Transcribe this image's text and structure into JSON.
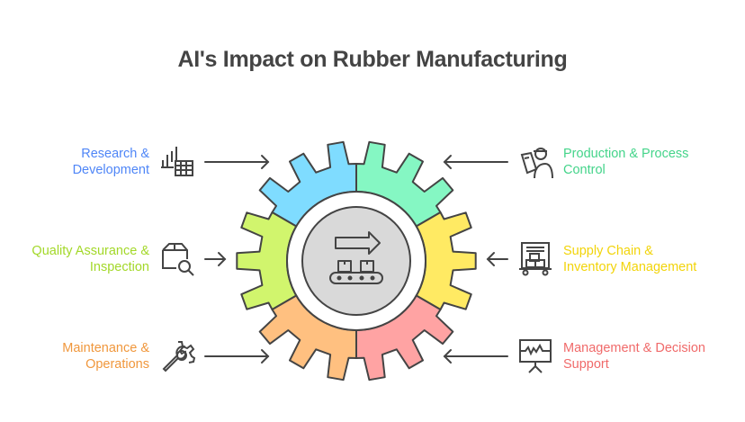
{
  "title": "AI's Impact on Rubber Manufacturing",
  "center_icon": "conveyor-belt-icon",
  "items": [
    {
      "label_lines": [
        "Research &",
        "Development"
      ],
      "icon": "chart-calculator-icon",
      "color": "#4f86f7",
      "fill": "#7fdcff"
    },
    {
      "label_lines": [
        "Production & Process",
        "Control"
      ],
      "icon": "worker-clipboard-icon",
      "color": "#44d48a",
      "fill": "#85f7c3"
    },
    {
      "label_lines": [
        "Quality Assurance &",
        "Inspection"
      ],
      "icon": "box-magnifier-icon",
      "color": "#a3d829",
      "fill": "#d1f56d"
    },
    {
      "label_lines": [
        "Supply Chain &",
        "Inventory Management"
      ],
      "icon": "inventory-cart-icon",
      "color": "#f2d40a",
      "fill": "#ffea63"
    },
    {
      "label_lines": [
        "Maintenance &",
        "Operations"
      ],
      "icon": "wrench-gear-icon",
      "color": "#f0973c",
      "fill": "#ffc080"
    },
    {
      "label_lines": [
        "Management & Decision",
        "Support"
      ],
      "icon": "presentation-board-icon",
      "color": "#f06a6a",
      "fill": "#ffa3a3"
    }
  ]
}
